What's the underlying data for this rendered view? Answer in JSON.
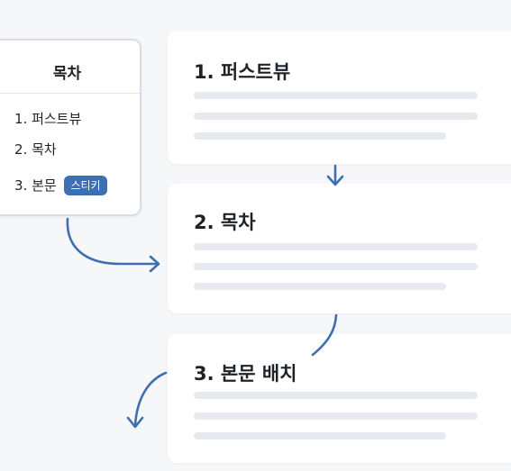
{
  "toc": {
    "title": "목차",
    "items": [
      {
        "label": "1. 퍼스트뷰"
      },
      {
        "label": "2. 목차"
      },
      {
        "label": "3. 본문",
        "badge": "스티키"
      }
    ]
  },
  "cards": [
    {
      "title": "1. 퍼스트뷰"
    },
    {
      "title": "2. 목차"
    },
    {
      "title": "3. 본문 배치"
    }
  ],
  "colors": {
    "accent": "#3e6fb3",
    "background": "#f6f7f9",
    "card": "#ffffff",
    "placeholder_line": "#e6e9ee",
    "border": "#d7dde6"
  }
}
